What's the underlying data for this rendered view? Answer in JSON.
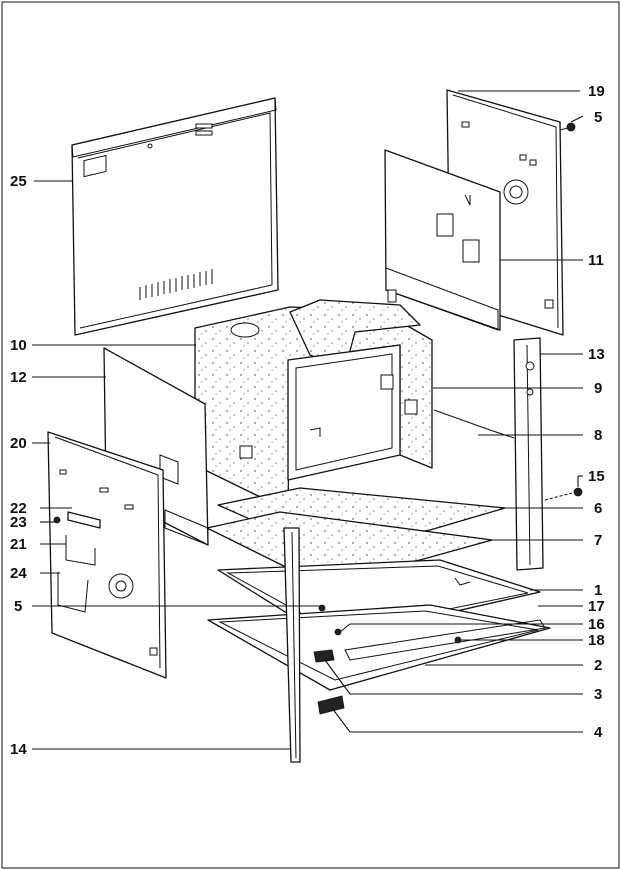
{
  "diagram": {
    "type": "exploded-parts-view",
    "labels": [
      {
        "id": "p25",
        "number": "25"
      },
      {
        "id": "p19",
        "number": "19"
      },
      {
        "id": "p5a",
        "number": "5"
      },
      {
        "id": "p11",
        "number": "11"
      },
      {
        "id": "p10",
        "number": "10"
      },
      {
        "id": "p13",
        "number": "13"
      },
      {
        "id": "p12",
        "number": "12"
      },
      {
        "id": "p9",
        "number": "9"
      },
      {
        "id": "p8",
        "number": "8"
      },
      {
        "id": "p20",
        "number": "20"
      },
      {
        "id": "p15",
        "number": "15"
      },
      {
        "id": "p22",
        "number": "22"
      },
      {
        "id": "p6",
        "number": "6"
      },
      {
        "id": "p23",
        "number": "23"
      },
      {
        "id": "p7",
        "number": "7"
      },
      {
        "id": "p21",
        "number": "21"
      },
      {
        "id": "p24",
        "number": "24"
      },
      {
        "id": "p1",
        "number": "1"
      },
      {
        "id": "p5b",
        "number": "5"
      },
      {
        "id": "p17",
        "number": "17"
      },
      {
        "id": "p16",
        "number": "16"
      },
      {
        "id": "p18",
        "number": "18"
      },
      {
        "id": "p2",
        "number": "2"
      },
      {
        "id": "p3",
        "number": "3"
      },
      {
        "id": "p4",
        "number": "4"
      },
      {
        "id": "p14",
        "number": "14"
      }
    ]
  },
  "colors": {
    "line": "#111111",
    "background": "#ffffff"
  }
}
